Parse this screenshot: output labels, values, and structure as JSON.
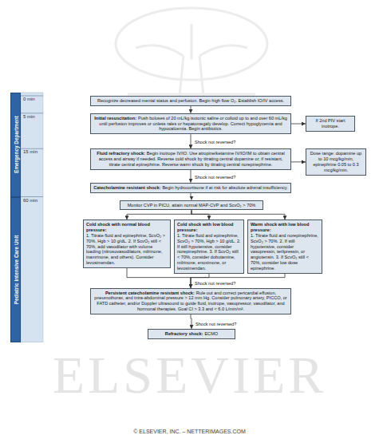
{
  "diagram": {
    "nodes": [
      {
        "text": [
          "Recognize decreased mental status and perfusion. Begin high flow O₂. Establish IO/IV access."
        ]
      },
      {
        "text": [
          "Initial resuscitation:",
          "Push boluses of 20 mL/kg isotonic saline or colloid up to and over 60 mL/kg until perfusion improves or unless rales or hepatomegaly develop. Correct hypoglycemia and hypocalcemia. Begin antibiotics."
        ]
      },
      {
        "text": [
          "If 2nd PIV start inotrope."
        ]
      },
      {
        "text": [
          "Fluid refractory shock:",
          "Begin inotrope IV/IO. Use atropine/ketamine IV/IO/IM to obtain central access and airway if needed. Reverse cold shock by titrating central dopamine or, if resistant, titrate central epinephrine. Reverse warm shock by titrating central norepinephrine."
        ]
      },
      {
        "text": [
          "Dose range: dopamine up to 10 mcg/kg/min, epinephrine 0.05 to 0.3 mcg/kg/min."
        ]
      },
      {
        "text": [
          "Catecholamine resistant shock:",
          "Begin hydrocortisone if at risk for absolute adrenal insufficiency."
        ]
      },
      {
        "text": [
          "Monitor CVP in PICU, attain normal MAP-CVP and ScvO₂ > 70%"
        ]
      },
      {
        "text": [
          "Cold shock with normal blood pressure:",
          "1. Titrate fluid and epinephrine, ScvO₂ > 70%, Hgb > 10 g/dL. 2. If ScvO₂ still < 70%, add vasodilator with volume loading (nitrosovasodilators, milrinone, inamrinone, and others). Consider levosimendan."
        ]
      },
      {
        "text": [
          "Cold shock with low blood pressure:",
          "1. Titrate fluid and epinephrine, ScvO₂ > 70%, Hgb > 10 g/dL. 2. If still hypotensive, consider norepinephrine. 3. If ScvO₂ still < 70%, consider dobutamine, milrinone, enoximone, or levosimendan."
        ]
      },
      {
        "text": [
          "Warm shock with low blood pressure:",
          "1. Titrate fluid and norepinephrine, ScvO₂ > 70%. 2. If still hypotensive, consider vasopressin, terlipressin, or angiotensin. 3. If ScvO₂ still < 70%, consider low dose epinephrine."
        ]
      },
      {
        "text": [
          "Persistent catecholamine resistant shock:",
          "Rule out and correct pericardial effusion, pneumothorax, and intra-abdominal pressure > 12 mm Hg. Consider pulmonary artery, PICCO, or FATD catheter, and/or Doppler ultrasound to guide fluid, inotrope, vasopressor, vasodilator, and hormonal therapies. Goal CI > 3.3 and < 6.0 L/min/m²."
        ]
      },
      {
        "text": [
          "Refractory shock:",
          "ECMO"
        ]
      },
      {
        "text": [
          "Emergency Department"
        ]
      },
      {
        "text": [
          "Pediatric Intensive Care Unit"
        ]
      }
    ],
    "edges": [
      {
        "from": 0,
        "to": 1,
        "arrow": "to"
      },
      {
        "from": 1,
        "to": 2,
        "arrow": "to"
      },
      {
        "from": 1,
        "to": 3,
        "label": "Shock not reversed?",
        "arrow": "to"
      },
      {
        "from": 3,
        "to": 4,
        "arrow": "to"
      },
      {
        "from": 3,
        "to": 5,
        "label": "Shock not reversed?",
        "arrow": "to"
      },
      {
        "from": 5,
        "to": 6,
        "arrow": "to"
      },
      {
        "from": 6,
        "to": 7,
        "arrow": "to"
      },
      {
        "from": 6,
        "to": 8,
        "arrow": "to"
      },
      {
        "from": 6,
        "to": 9,
        "arrow": "to"
      },
      {
        "from": 7,
        "to": 10,
        "arrow": "to"
      },
      {
        "from": 8,
        "to": 10,
        "label": "Shock not reversed?",
        "arrow": "to"
      },
      {
        "from": 9,
        "to": 10,
        "arrow": "to"
      },
      {
        "from": 10,
        "to": 11,
        "label": "Shock not reversed?",
        "arrow": "to"
      }
    ],
    "labels": [
      "0 min",
      "5 min",
      "15 min",
      "60 min",
      "ELSEVIER",
      "© ELSEVIER, INC. – NETTERIMAGES.COM"
    ]
  }
}
